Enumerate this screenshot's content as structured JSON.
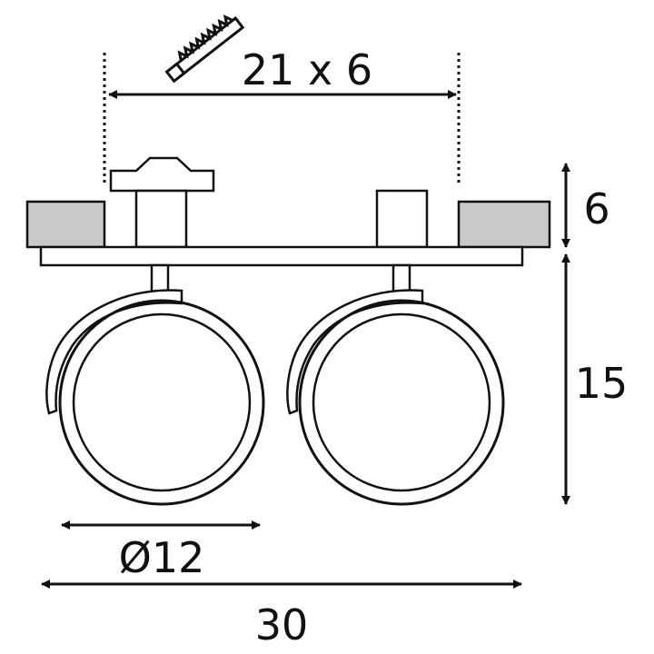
{
  "colors": {
    "line": "#111111",
    "ceiling_fill": "#c9c9c9",
    "background": "#ffffff"
  },
  "icons": {
    "cut_tool": "saw-icon"
  },
  "dimensions": {
    "cutout": "21 x 6",
    "ceiling_thickness": "6",
    "height": "15",
    "diameter": "Ø12",
    "width": "30"
  }
}
